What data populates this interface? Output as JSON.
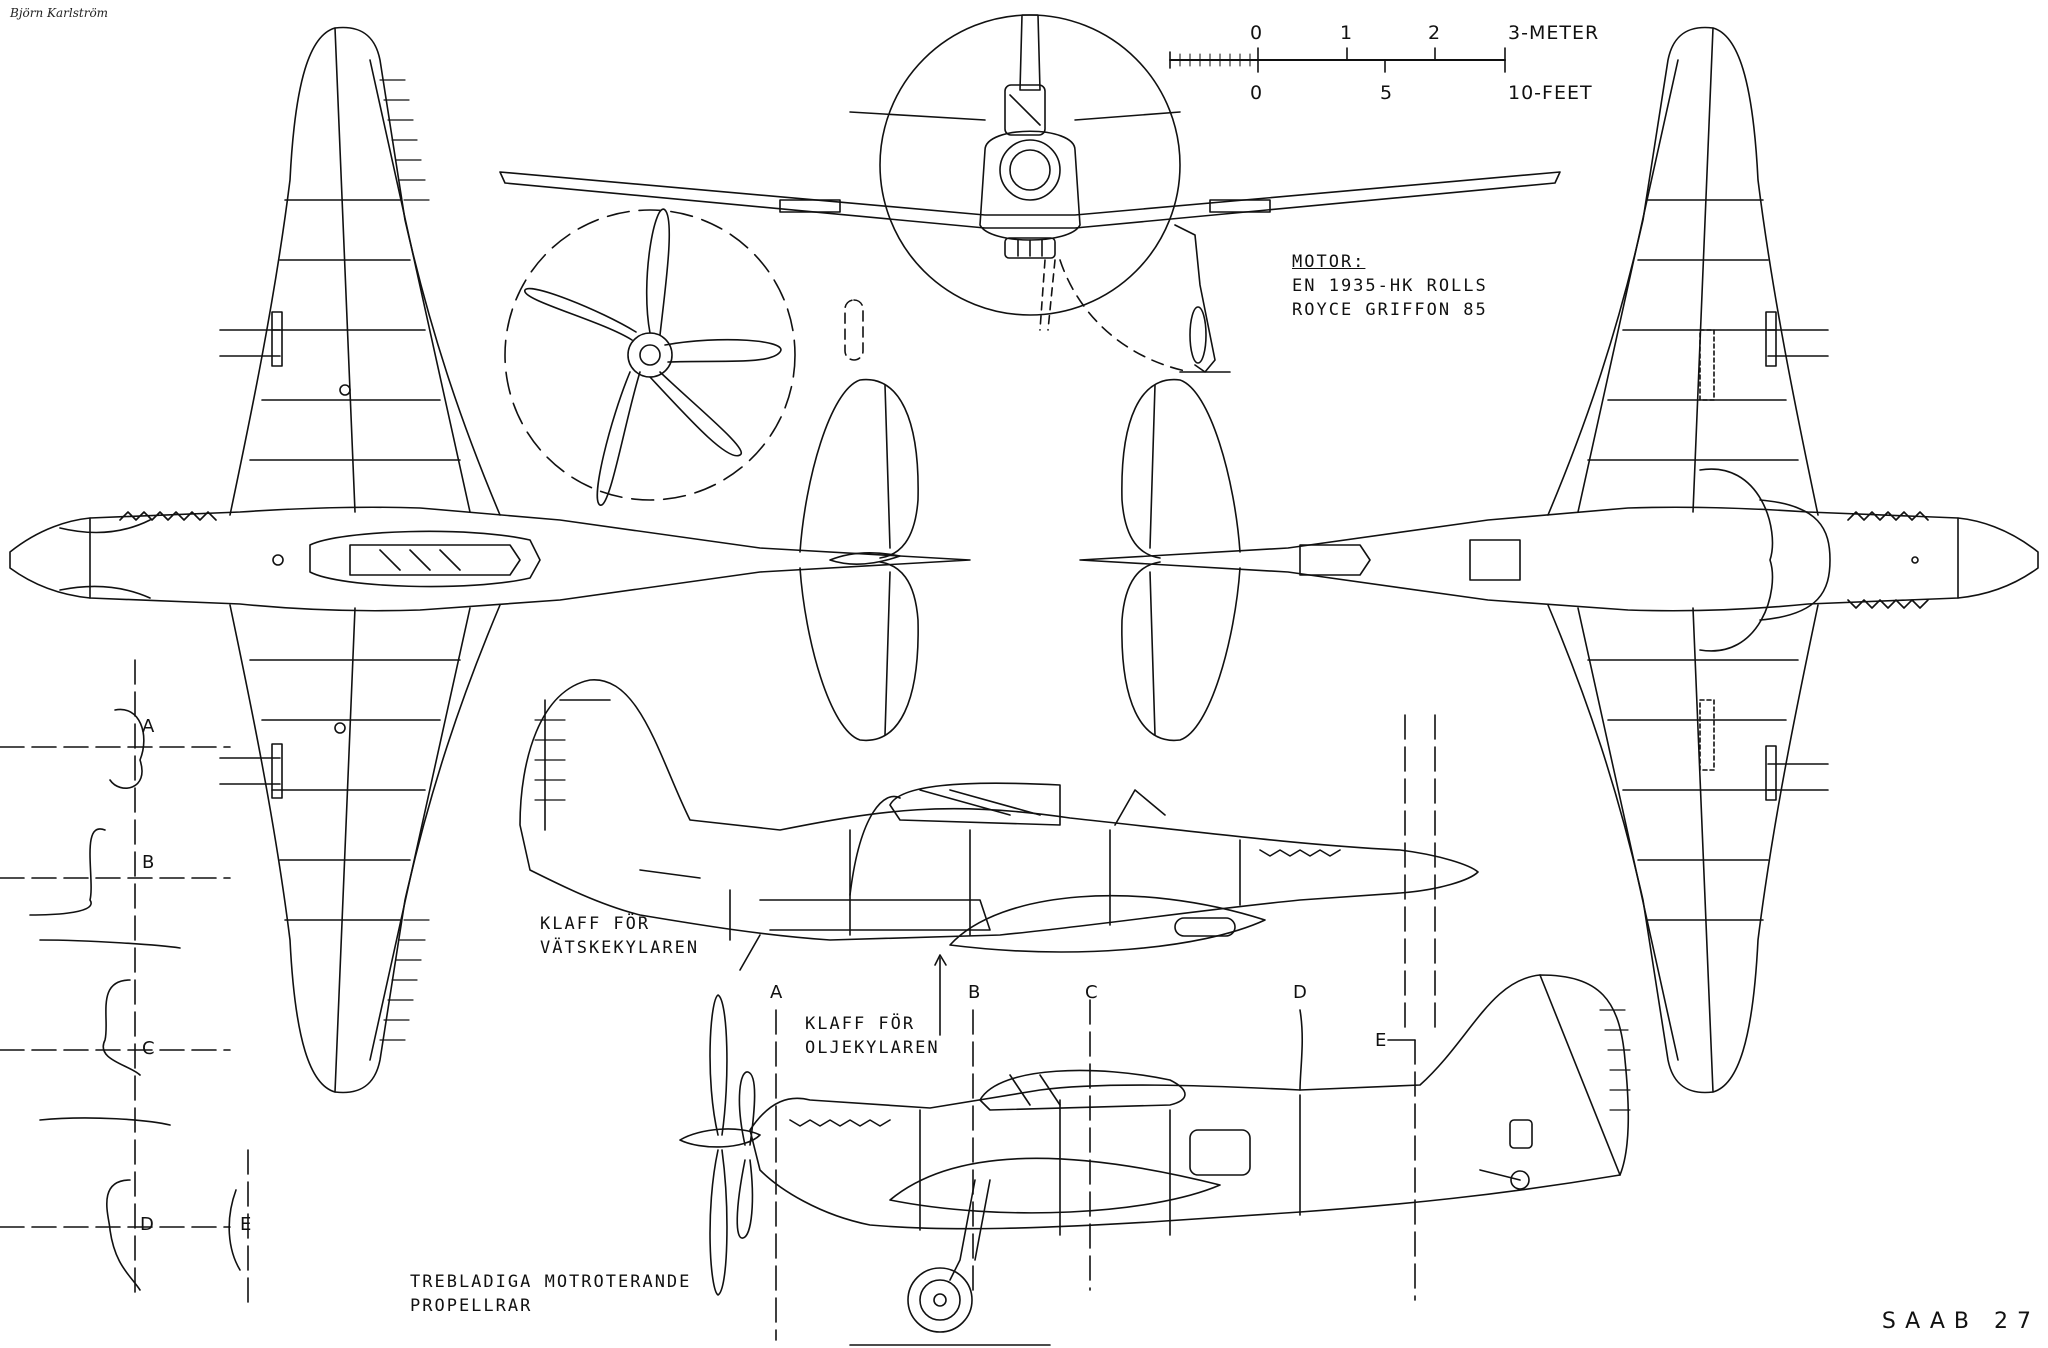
{
  "signature": "Björn Karlström",
  "scale": {
    "meter_ticks": [
      "0",
      "1",
      "2",
      "3-METER"
    ],
    "feet_ticks": [
      "0",
      "5",
      "10-FEET"
    ]
  },
  "motor": {
    "heading": "MOTOR:",
    "line1": "EN 1935-HK ROLLS",
    "line2": "ROYCE GRIFFON 85"
  },
  "annotations": {
    "klaff_vatske_1": "KLAFF FÖR",
    "klaff_vatske_2": "VÄTSKEKYLAREN",
    "klaff_olje_1": "KLAFF FÖR",
    "klaff_olje_2": "OLJEKYLAREN",
    "propeller_1": "TREBLADIGA MOTROTERANDE",
    "propeller_2": "PROPELLRAR"
  },
  "sections": [
    "A",
    "B",
    "C",
    "D",
    "E"
  ],
  "footer": {
    "brand": "SAAB",
    "number": "27"
  }
}
